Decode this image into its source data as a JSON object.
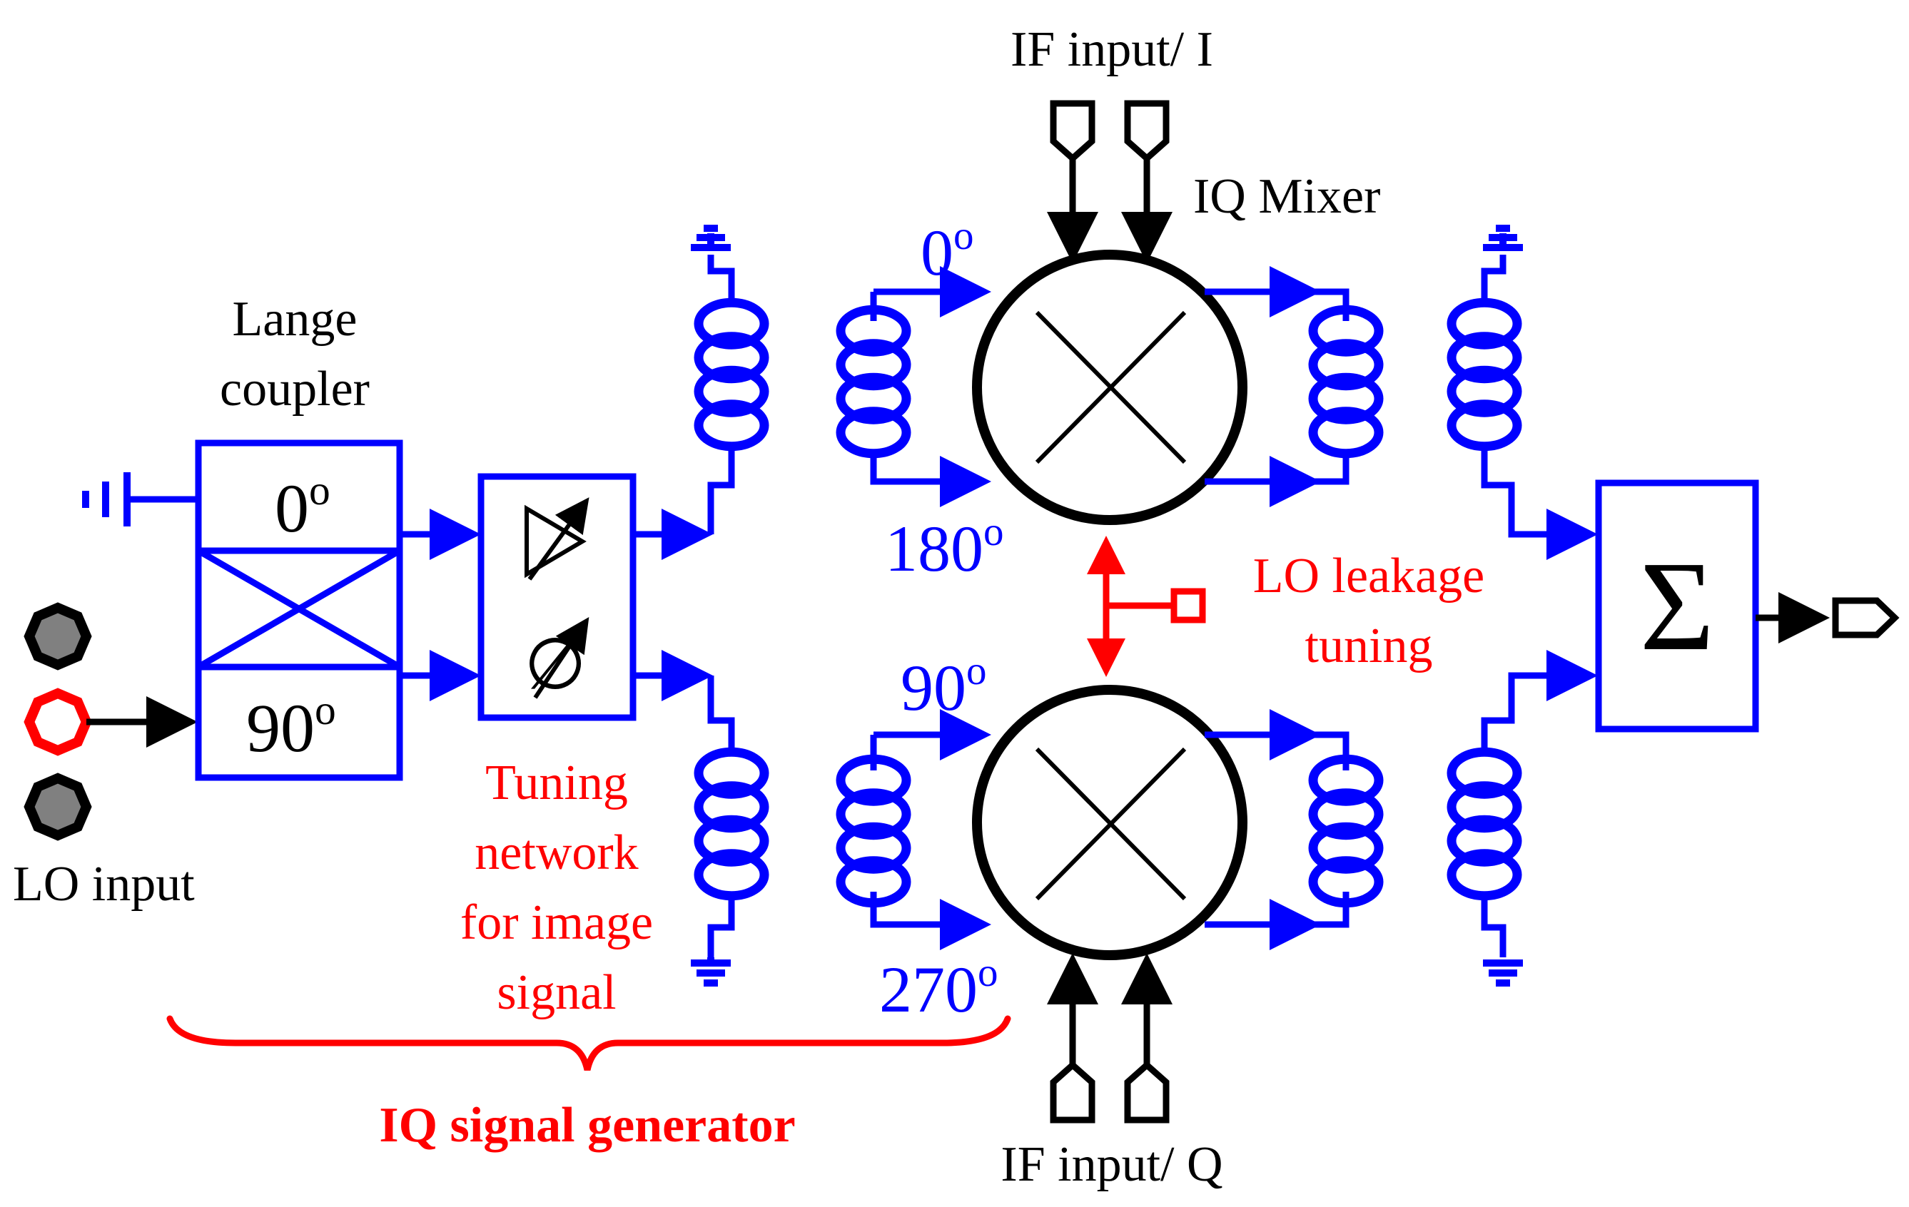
{
  "labels": {
    "if_input_i": "IF input/ I",
    "if_input_q": "IF input/ Q",
    "iq_mixer": "IQ Mixer",
    "lange_line1": "Lange",
    "lange_line2": "coupler",
    "lo_input": "LO input",
    "coupler_0": "0",
    "coupler_90": "90",
    "degree_mark": "o",
    "phase_0": "0",
    "phase_180": "180",
    "phase_90": "90",
    "phase_270": "270",
    "lo_leakage_line1": "LO leakage",
    "lo_leakage_line2": "tuning",
    "tuning_line1": "Tuning",
    "tuning_line2": "network",
    "tuning_line3": "for image",
    "tuning_line4": "signal",
    "iq_signal_generator": "IQ signal generator",
    "sum_symbol": "Σ",
    "phase_shifter_symbol": "∅"
  },
  "colors": {
    "rf_path": "#0000ff",
    "control_path": "#ff0000",
    "components": "#000000",
    "pad_fill": "#808080",
    "background": "#ffffff"
  },
  "icons": {
    "ground": "ground-icon",
    "pad": "octagon-pad-icon",
    "mixer": "mixer-cross-icon",
    "inductor": "coil-inductor-icon",
    "variable_amp": "variable-amplifier-icon",
    "phase_shifter": "phase-shifter-icon",
    "summer": "sigma-summer-icon",
    "port": "port-pentagon-icon"
  }
}
